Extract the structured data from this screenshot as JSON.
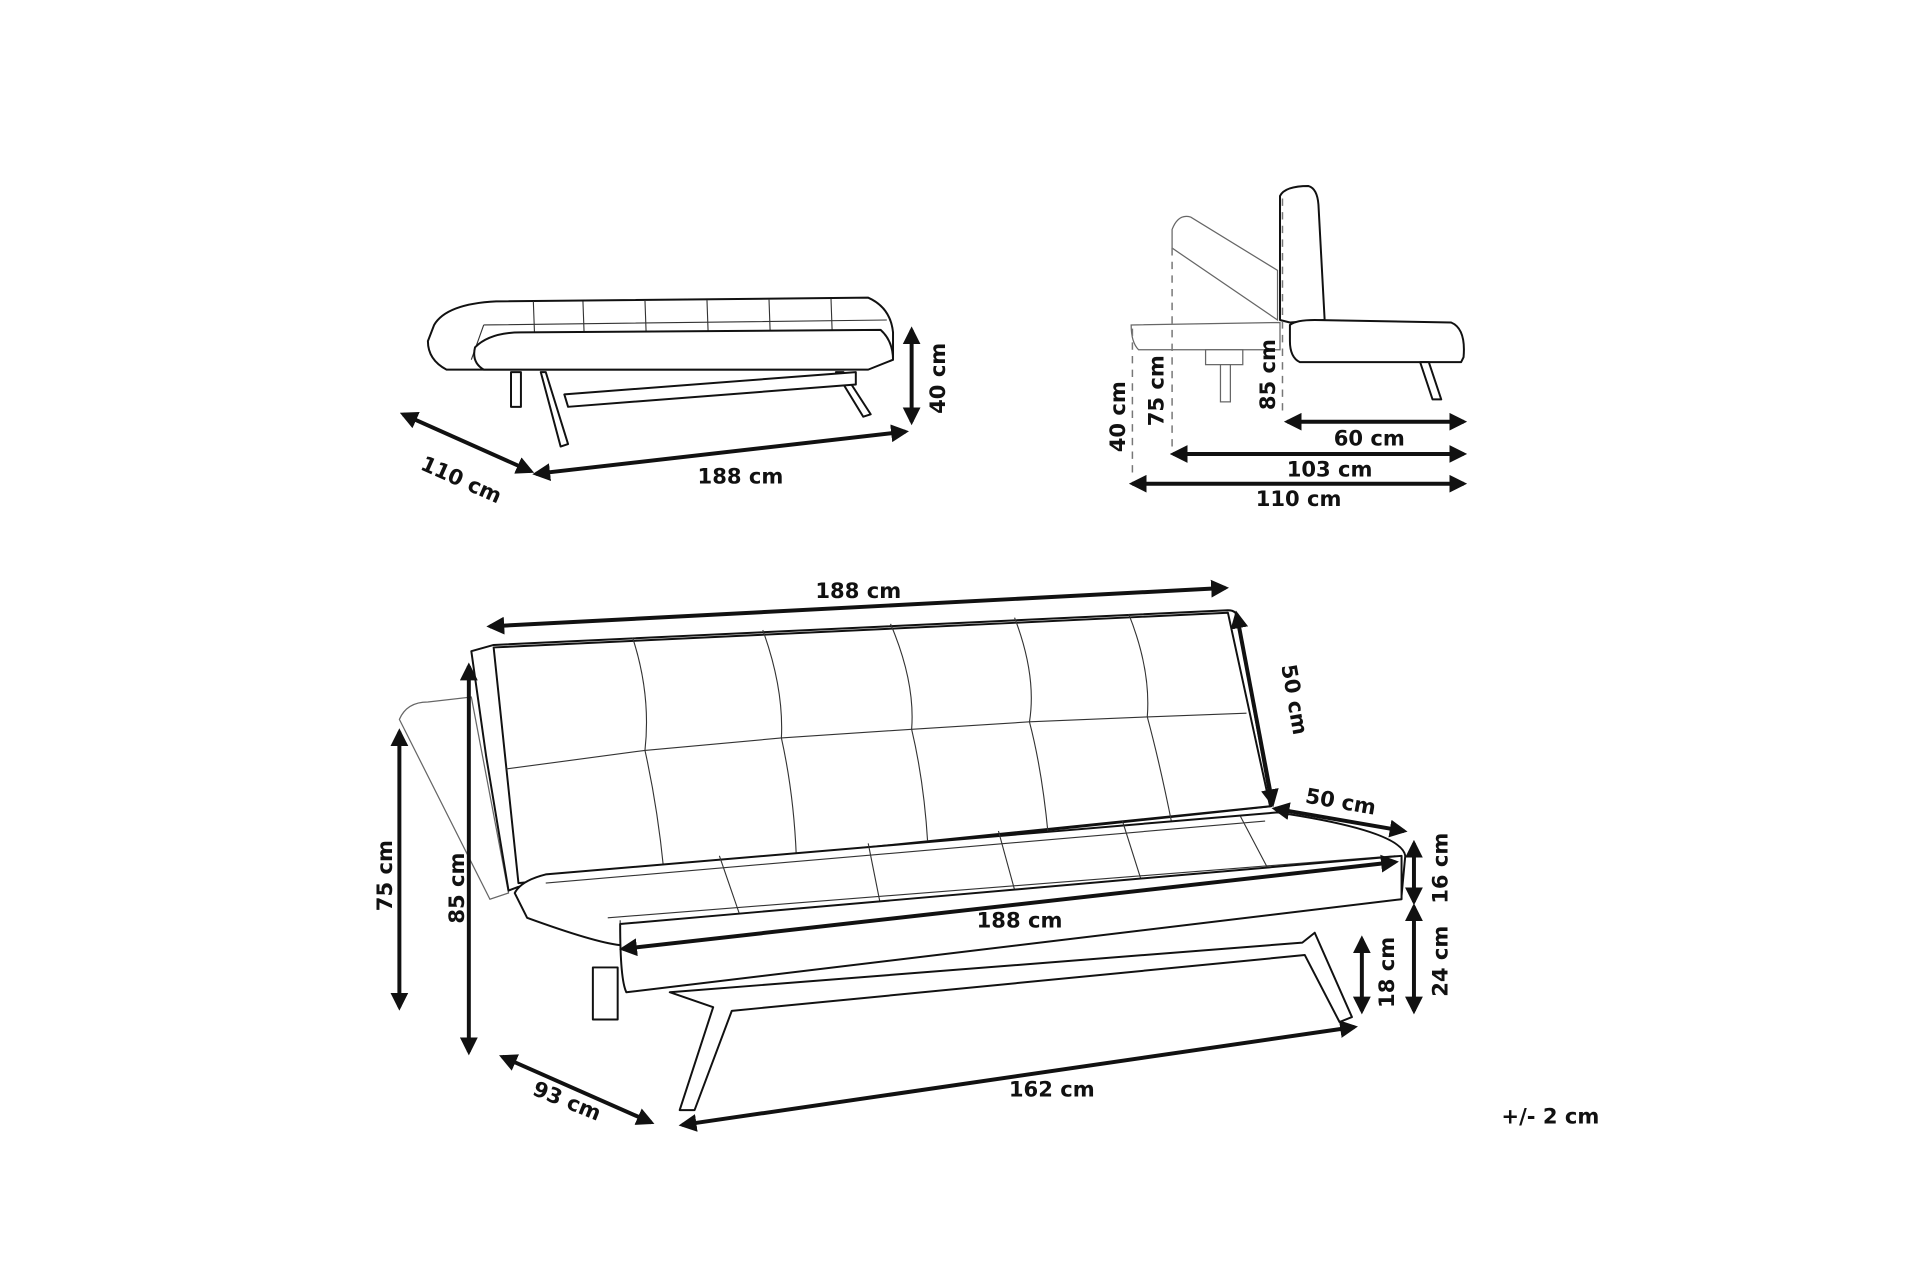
{
  "diagram": {
    "flat_view": {
      "depth": "110 cm",
      "width": "188 cm",
      "height": "40 cm"
    },
    "side_view": {
      "flat_height": "40 cm",
      "reclined_height": "75 cm",
      "upright_height": "85 cm",
      "seat_depth": "60 cm",
      "reclined_depth": "103 cm",
      "flat_depth": "110 cm"
    },
    "main_view": {
      "top_width": "188 cm",
      "backrest_height": "50 cm",
      "seat_depth": "50 cm",
      "seat_width": "188 cm",
      "cushion_height": "16 cm",
      "seat_height_base": "24 cm",
      "leg_height": "18 cm",
      "leg_span": "162 cm",
      "reclined_height": "75 cm",
      "total_height": "85 cm",
      "total_depth": "93 cm"
    },
    "tolerance": "+/- 2 cm"
  }
}
